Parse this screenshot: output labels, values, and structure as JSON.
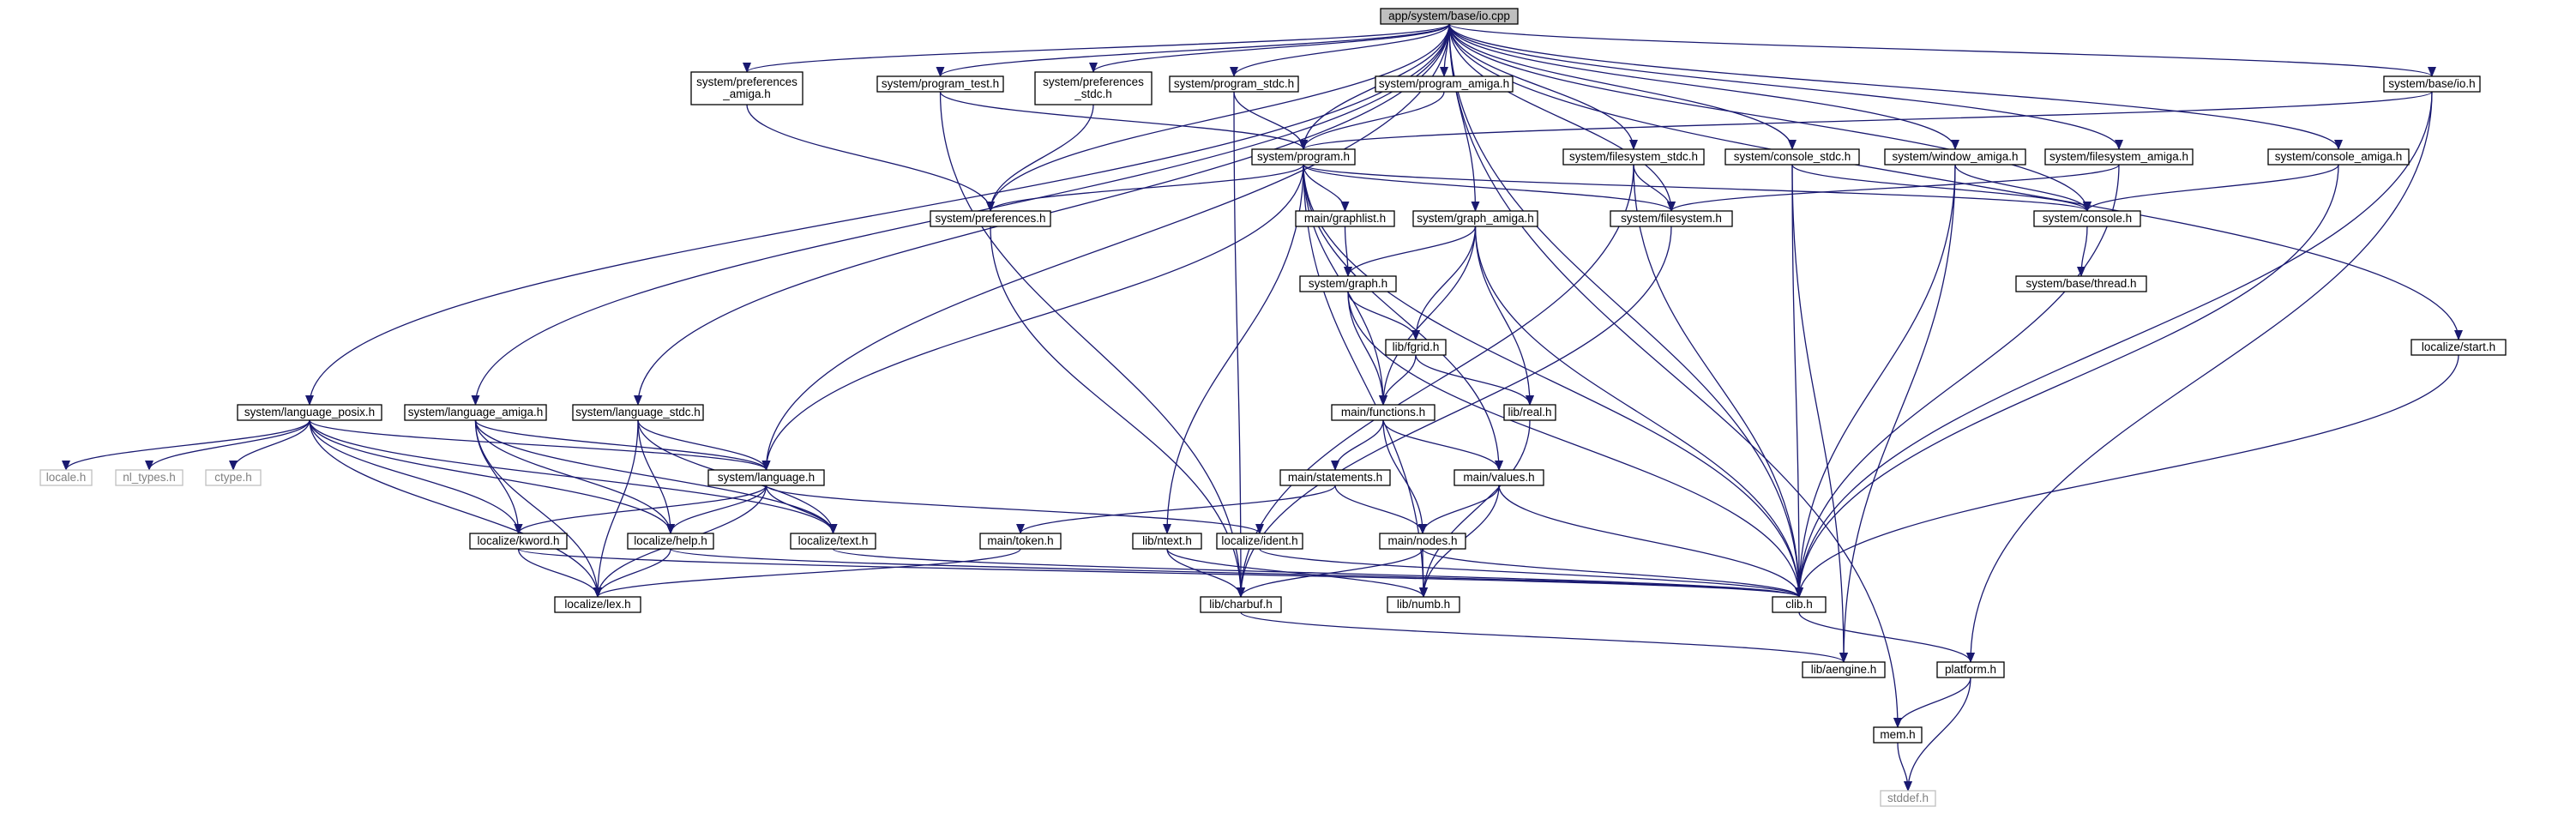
{
  "diagram": {
    "title": "app/system/base/io.cpp",
    "colors": {
      "edge": "#191970",
      "node_border": "#000000",
      "node_fill": "#ffffff",
      "root_fill": "#bfbfbf",
      "external_border": "#bfbfbf",
      "external_text": "#808080",
      "label_text": "#000000"
    },
    "nodes": [
      {
        "id": "io_cpp",
        "lines": [
          "app/system/base/io.cpp"
        ],
        "kind": "root"
      },
      {
        "id": "mem_h",
        "lines": [
          "mem.h"
        ],
        "kind": "file"
      },
      {
        "id": "pref_amiga_h",
        "lines": [
          "system/preferences",
          "_amiga.h"
        ],
        "kind": "file"
      },
      {
        "id": "program_test_h",
        "lines": [
          "system/program_test.h"
        ],
        "kind": "file"
      },
      {
        "id": "pref_stdc_h",
        "lines": [
          "system/preferences",
          "_stdc.h"
        ],
        "kind": "file"
      },
      {
        "id": "program_stdc_h",
        "lines": [
          "system/program_stdc.h"
        ],
        "kind": "file"
      },
      {
        "id": "program_amiga_h",
        "lines": [
          "system/program_amiga.h"
        ],
        "kind": "file"
      },
      {
        "id": "base_io_h",
        "lines": [
          "system/base/io.h"
        ],
        "kind": "file"
      },
      {
        "id": "program_h",
        "lines": [
          "system/program.h"
        ],
        "kind": "file"
      },
      {
        "id": "fs_stdc_h",
        "lines": [
          "system/filesystem_stdc.h"
        ],
        "kind": "file"
      },
      {
        "id": "console_stdc_h",
        "lines": [
          "system/console_stdc.h"
        ],
        "kind": "file"
      },
      {
        "id": "window_amiga_h",
        "lines": [
          "system/window_amiga.h"
        ],
        "kind": "file"
      },
      {
        "id": "fs_amiga_h",
        "lines": [
          "system/filesystem_amiga.h"
        ],
        "kind": "file"
      },
      {
        "id": "console_amiga_h",
        "lines": [
          "system/console_amiga.h"
        ],
        "kind": "file"
      },
      {
        "id": "preferences_h",
        "lines": [
          "system/preferences.h"
        ],
        "kind": "file"
      },
      {
        "id": "graphlist_h",
        "lines": [
          "main/graphlist.h"
        ],
        "kind": "file"
      },
      {
        "id": "graph_amiga_h",
        "lines": [
          "system/graph_amiga.h"
        ],
        "kind": "file"
      },
      {
        "id": "filesystem_h",
        "lines": [
          "system/filesystem.h"
        ],
        "kind": "file"
      },
      {
        "id": "console_h",
        "lines": [
          "system/console.h"
        ],
        "kind": "file"
      },
      {
        "id": "thread_h",
        "lines": [
          "system/base/thread.h"
        ],
        "kind": "file"
      },
      {
        "id": "graph_h",
        "lines": [
          "system/graph.h"
        ],
        "kind": "file"
      },
      {
        "id": "fgrid_h",
        "lines": [
          "lib/fgrid.h"
        ],
        "kind": "file"
      },
      {
        "id": "start_h",
        "lines": [
          "localize/start.h"
        ],
        "kind": "file"
      },
      {
        "id": "lang_posix_h",
        "lines": [
          "system/language_posix.h"
        ],
        "kind": "file"
      },
      {
        "id": "lang_amiga_h",
        "lines": [
          "system/language_amiga.h"
        ],
        "kind": "file"
      },
      {
        "id": "lang_stdc_h",
        "lines": [
          "system/language_stdc.h"
        ],
        "kind": "file"
      },
      {
        "id": "functions_h",
        "lines": [
          "main/functions.h"
        ],
        "kind": "file"
      },
      {
        "id": "real_h",
        "lines": [
          "lib/real.h"
        ],
        "kind": "file"
      },
      {
        "id": "locale_h",
        "lines": [
          "locale.h"
        ],
        "kind": "external"
      },
      {
        "id": "nl_types_h",
        "lines": [
          "nl_types.h"
        ],
        "kind": "external"
      },
      {
        "id": "ctype_h",
        "lines": [
          "ctype.h"
        ],
        "kind": "external"
      },
      {
        "id": "language_h",
        "lines": [
          "system/language.h"
        ],
        "kind": "file"
      },
      {
        "id": "statements_h",
        "lines": [
          "main/statements.h"
        ],
        "kind": "file"
      },
      {
        "id": "values_h",
        "lines": [
          "main/values.h"
        ],
        "kind": "file"
      },
      {
        "id": "kword_h",
        "lines": [
          "localize/kword.h"
        ],
        "kind": "file"
      },
      {
        "id": "help_h",
        "lines": [
          "localize/help.h"
        ],
        "kind": "file"
      },
      {
        "id": "text_h",
        "lines": [
          "localize/text.h"
        ],
        "kind": "file"
      },
      {
        "id": "token_h",
        "lines": [
          "main/token.h"
        ],
        "kind": "file"
      },
      {
        "id": "ntext_h",
        "lines": [
          "lib/ntext.h"
        ],
        "kind": "file"
      },
      {
        "id": "ident_h",
        "lines": [
          "localize/ident.h"
        ],
        "kind": "file"
      },
      {
        "id": "nodes_h",
        "lines": [
          "main/nodes.h"
        ],
        "kind": "file"
      },
      {
        "id": "lex_h",
        "lines": [
          "localize/lex.h"
        ],
        "kind": "file"
      },
      {
        "id": "charbuf_h",
        "lines": [
          "lib/charbuf.h"
        ],
        "kind": "file"
      },
      {
        "id": "numb_h",
        "lines": [
          "lib/numb.h"
        ],
        "kind": "file"
      },
      {
        "id": "clib_h",
        "lines": [
          "clib.h"
        ],
        "kind": "file"
      },
      {
        "id": "aengine_h",
        "lines": [
          "lib/aengine.h"
        ],
        "kind": "file"
      },
      {
        "id": "platform_h",
        "lines": [
          "platform.h"
        ],
        "kind": "file"
      },
      {
        "id": "stddef_h",
        "lines": [
          "stddef.h"
        ],
        "kind": "external"
      }
    ],
    "edges": [
      [
        "io_cpp",
        "mem_h"
      ],
      [
        "io_cpp",
        "pref_amiga_h"
      ],
      [
        "io_cpp",
        "program_test_h"
      ],
      [
        "io_cpp",
        "pref_stdc_h"
      ],
      [
        "io_cpp",
        "program_stdc_h"
      ],
      [
        "io_cpp",
        "program_amiga_h"
      ],
      [
        "io_cpp",
        "base_io_h"
      ],
      [
        "io_cpp",
        "program_h"
      ],
      [
        "io_cpp",
        "fs_stdc_h"
      ],
      [
        "io_cpp",
        "console_stdc_h"
      ],
      [
        "io_cpp",
        "window_amiga_h"
      ],
      [
        "io_cpp",
        "fs_amiga_h"
      ],
      [
        "io_cpp",
        "console_amiga_h"
      ],
      [
        "io_cpp",
        "preferences_h"
      ],
      [
        "io_cpp",
        "graph_amiga_h"
      ],
      [
        "io_cpp",
        "filesystem_h"
      ],
      [
        "io_cpp",
        "console_h"
      ],
      [
        "io_cpp",
        "start_h"
      ],
      [
        "io_cpp",
        "lang_posix_h"
      ],
      [
        "io_cpp",
        "lang_amiga_h"
      ],
      [
        "io_cpp",
        "lang_stdc_h"
      ],
      [
        "io_cpp",
        "language_h"
      ],
      [
        "io_cpp",
        "clib_h"
      ],
      [
        "pref_amiga_h",
        "preferences_h"
      ],
      [
        "pref_stdc_h",
        "preferences_h"
      ],
      [
        "program_test_h",
        "program_h"
      ],
      [
        "program_test_h",
        "charbuf_h"
      ],
      [
        "program_stdc_h",
        "program_h"
      ],
      [
        "program_stdc_h",
        "charbuf_h"
      ],
      [
        "program_amiga_h",
        "program_h"
      ],
      [
        "base_io_h",
        "program_h"
      ],
      [
        "base_io_h",
        "clib_h"
      ],
      [
        "base_io_h",
        "platform_h"
      ],
      [
        "program_h",
        "preferences_h"
      ],
      [
        "program_h",
        "graphlist_h"
      ],
      [
        "program_h",
        "filesystem_h"
      ],
      [
        "program_h",
        "console_h"
      ],
      [
        "program_h",
        "functions_h"
      ],
      [
        "program_h",
        "language_h"
      ],
      [
        "program_h",
        "ntext_h"
      ],
      [
        "program_h",
        "values_h"
      ],
      [
        "program_h",
        "numb_h"
      ],
      [
        "program_h",
        "clib_h"
      ],
      [
        "fs_stdc_h",
        "filesystem_h"
      ],
      [
        "fs_stdc_h",
        "clib_h"
      ],
      [
        "fs_stdc_h",
        "charbuf_h"
      ],
      [
        "console_stdc_h",
        "console_h"
      ],
      [
        "console_stdc_h",
        "clib_h"
      ],
      [
        "console_stdc_h",
        "aengine_h"
      ],
      [
        "window_amiga_h",
        "console_h"
      ],
      [
        "window_amiga_h",
        "clib_h"
      ],
      [
        "window_amiga_h",
        "aengine_h"
      ],
      [
        "fs_amiga_h",
        "filesystem_h"
      ],
      [
        "fs_amiga_h",
        "clib_h"
      ],
      [
        "console_amiga_h",
        "console_h"
      ],
      [
        "console_amiga_h",
        "clib_h"
      ],
      [
        "preferences_h",
        "charbuf_h"
      ],
      [
        "graphlist_h",
        "graph_h"
      ],
      [
        "graph_amiga_h",
        "graph_h"
      ],
      [
        "graph_amiga_h",
        "fgrid_h"
      ],
      [
        "graph_amiga_h",
        "functions_h"
      ],
      [
        "graph_amiga_h",
        "real_h"
      ],
      [
        "graph_amiga_h",
        "clib_h"
      ],
      [
        "filesystem_h",
        "charbuf_h"
      ],
      [
        "console_h",
        "thread_h"
      ],
      [
        "graph_h",
        "fgrid_h"
      ],
      [
        "graph_h",
        "functions_h"
      ],
      [
        "graph_h",
        "clib_h"
      ],
      [
        "fgrid_h",
        "functions_h"
      ],
      [
        "fgrid_h",
        "real_h"
      ],
      [
        "start_h",
        "clib_h"
      ],
      [
        "lang_posix_h",
        "locale_h"
      ],
      [
        "lang_posix_h",
        "nl_types_h"
      ],
      [
        "lang_posix_h",
        "ctype_h"
      ],
      [
        "lang_posix_h",
        "language_h"
      ],
      [
        "lang_posix_h",
        "kword_h"
      ],
      [
        "lang_posix_h",
        "help_h"
      ],
      [
        "lang_posix_h",
        "text_h"
      ],
      [
        "lang_posix_h",
        "lex_h"
      ],
      [
        "lang_amiga_h",
        "language_h"
      ],
      [
        "lang_amiga_h",
        "kword_h"
      ],
      [
        "lang_amiga_h",
        "help_h"
      ],
      [
        "lang_amiga_h",
        "text_h"
      ],
      [
        "lang_amiga_h",
        "lex_h"
      ],
      [
        "lang_stdc_h",
        "language_h"
      ],
      [
        "lang_stdc_h",
        "help_h"
      ],
      [
        "lang_stdc_h",
        "text_h"
      ],
      [
        "lang_stdc_h",
        "lex_h"
      ],
      [
        "functions_h",
        "statements_h"
      ],
      [
        "functions_h",
        "values_h"
      ],
      [
        "functions_h",
        "nodes_h"
      ],
      [
        "real_h",
        "numb_h"
      ],
      [
        "language_h",
        "kword_h"
      ],
      [
        "language_h",
        "help_h"
      ],
      [
        "language_h",
        "text_h"
      ],
      [
        "language_h",
        "ident_h"
      ],
      [
        "language_h",
        "lex_h"
      ],
      [
        "statements_h",
        "token_h"
      ],
      [
        "statements_h",
        "nodes_h"
      ],
      [
        "values_h",
        "nodes_h"
      ],
      [
        "values_h",
        "numb_h"
      ],
      [
        "values_h",
        "clib_h"
      ],
      [
        "kword_h",
        "lex_h"
      ],
      [
        "kword_h",
        "clib_h"
      ],
      [
        "help_h",
        "lex_h"
      ],
      [
        "help_h",
        "clib_h"
      ],
      [
        "text_h",
        "clib_h"
      ],
      [
        "token_h",
        "lex_h"
      ],
      [
        "ntext_h",
        "charbuf_h"
      ],
      [
        "ntext_h",
        "numb_h"
      ],
      [
        "ident_h",
        "clib_h"
      ],
      [
        "nodes_h",
        "charbuf_h"
      ],
      [
        "nodes_h",
        "numb_h"
      ],
      [
        "nodes_h",
        "clib_h"
      ],
      [
        "charbuf_h",
        "aengine_h"
      ],
      [
        "clib_h",
        "platform_h"
      ],
      [
        "platform_h",
        "mem_h"
      ],
      [
        "platform_h",
        "stddef_h"
      ],
      [
        "mem_h",
        "stddef_h"
      ]
    ]
  }
}
